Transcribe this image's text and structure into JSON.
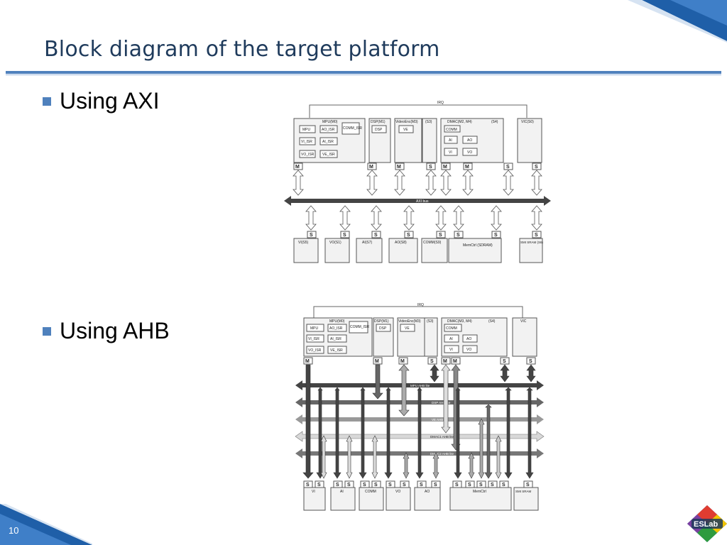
{
  "slide": {
    "title": "Block diagram of the target platform",
    "page_number": "10",
    "bullets": [
      "Using AXI",
      "Using AHB"
    ],
    "logo_text": "ESLab"
  },
  "axi": {
    "irq_label": "IRQ",
    "masters": [
      {
        "name": "MPU(M0)",
        "subs": [
          "MPU",
          "AO_ISR",
          "COMM_ISR",
          "VI_ISR",
          "AI_ISR",
          "VO_ISR",
          "VE_ISR"
        ]
      },
      {
        "name": "DSP(M1)",
        "subs": [
          "DSP"
        ]
      },
      {
        "name": "VideoEnc(M3)",
        "subs": [
          "VE"
        ]
      },
      {
        "name": "(S3)",
        "subs": []
      },
      {
        "name": "DMAC(M2, M4)",
        "subs": [
          "COMM",
          "AI",
          "AO",
          "VI",
          "VO"
        ]
      },
      {
        "name": "(S4)",
        "subs": []
      },
      {
        "name": "VIC(S0)",
        "subs": []
      }
    ],
    "port_labels": [
      "M",
      "M",
      "M",
      "S",
      "M",
      "M",
      "S",
      "S"
    ],
    "bus_label": "AXI bus",
    "slave_port": "S",
    "slaves": [
      "VI(S5)",
      "VO(S1)",
      "AI(S7)",
      "AO(S8)",
      "COMM(S9)",
      "MemCtrl (SDRAM)",
      "SMI SRAM (S6)"
    ]
  },
  "ahb": {
    "irq_label": "IRQ",
    "masters": [
      {
        "name": "MPU(M0)",
        "subs": [
          "MPU",
          "AO_ISR",
          "COMM_ISR",
          "VI_ISR",
          "AI_ISR",
          "VO_ISR",
          "VE_ISR"
        ]
      },
      {
        "name": "DSP(M1)",
        "subs": [
          "DSP"
        ]
      },
      {
        "name": "VideoEnc(M3)",
        "subs": [
          "VE"
        ]
      },
      {
        "name": "(S3)",
        "subs": []
      },
      {
        "name": "DMAC(M3, M4)",
        "subs": [
          "COMM",
          "AI",
          "AO",
          "VI",
          "VO"
        ]
      },
      {
        "name": "(S4)",
        "subs": []
      },
      {
        "name": "VIC",
        "subs": []
      }
    ],
    "port_labels": [
      "M",
      "M",
      "M",
      "S",
      "M",
      "M",
      "S",
      "S"
    ],
    "bus_labels": [
      "MPU AHB lite",
      "DSP AHB lite",
      "VE AHB lite",
      "DMAC1 AHB lite",
      "DMAC2 AHB lite"
    ],
    "slave_port": "S",
    "slaves": [
      "VI",
      "AI",
      "COMM",
      "VO",
      "AO",
      "MemCtrl",
      "SMI SRAM"
    ]
  }
}
